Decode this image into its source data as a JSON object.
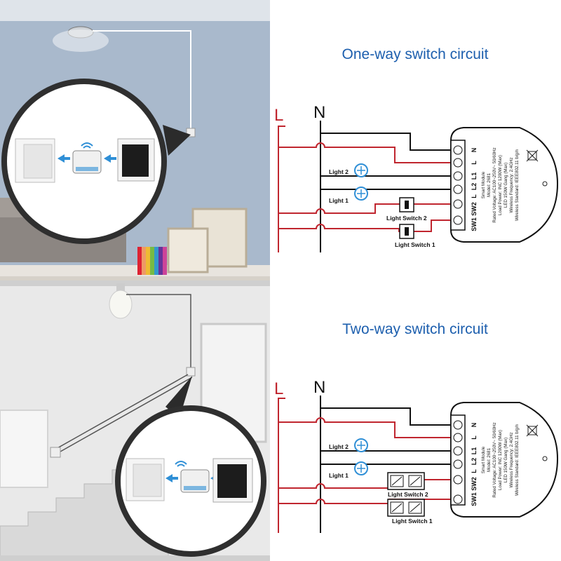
{
  "colors": {
    "live": "#c0262f",
    "neutral": "#111111",
    "title": "#1d5fae",
    "bulb_accent": "#2f8fd6",
    "wall_top": "#a8b8cc",
    "wall_bottom": "#e9e9e9"
  },
  "diagrams": [
    {
      "title": "One-way switch circuit",
      "live_label": "L",
      "neutral_label": "N",
      "light2": "Light 2",
      "light1": "Light 1",
      "switch2": "Light Switch 2",
      "switch1": "Light Switch 1"
    },
    {
      "title": "Two-way switch circuit",
      "live_label": "L",
      "neutral_label": "N",
      "light2": "Light 2",
      "light1": "Light 1",
      "switch2": "Light Switch 2",
      "switch1": "Light Switch 1"
    }
  ],
  "module": {
    "terminals": [
      "N",
      "L",
      "L1",
      "L2",
      "L",
      "SW2",
      "SW1"
    ],
    "spec_lines": [
      "Smart Module",
      "Model: 2681",
      "Rated Voltage: AC100~250V~ 50/60Hz",
      "Load Power: INC 1200W (Max)",
      "LED 150W Gang (Max)",
      "Wireless Frequency: 2.4GHz",
      "Wireless Standard: IEEE802.11 b/g/n"
    ]
  }
}
